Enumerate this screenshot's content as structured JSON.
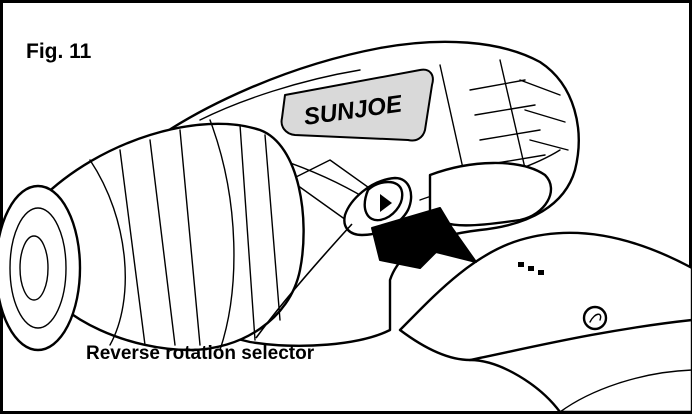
{
  "figure": {
    "label": "Fig. 11",
    "callout": "Reverse rotation selector",
    "brand_logo_text": "SUNJOE"
  },
  "icons": {
    "arrow": "push-arrow-icon",
    "selector": "play-triangle-icon"
  },
  "colors": {
    "line": "#000000",
    "background": "#ffffff",
    "frame": "#000000"
  }
}
